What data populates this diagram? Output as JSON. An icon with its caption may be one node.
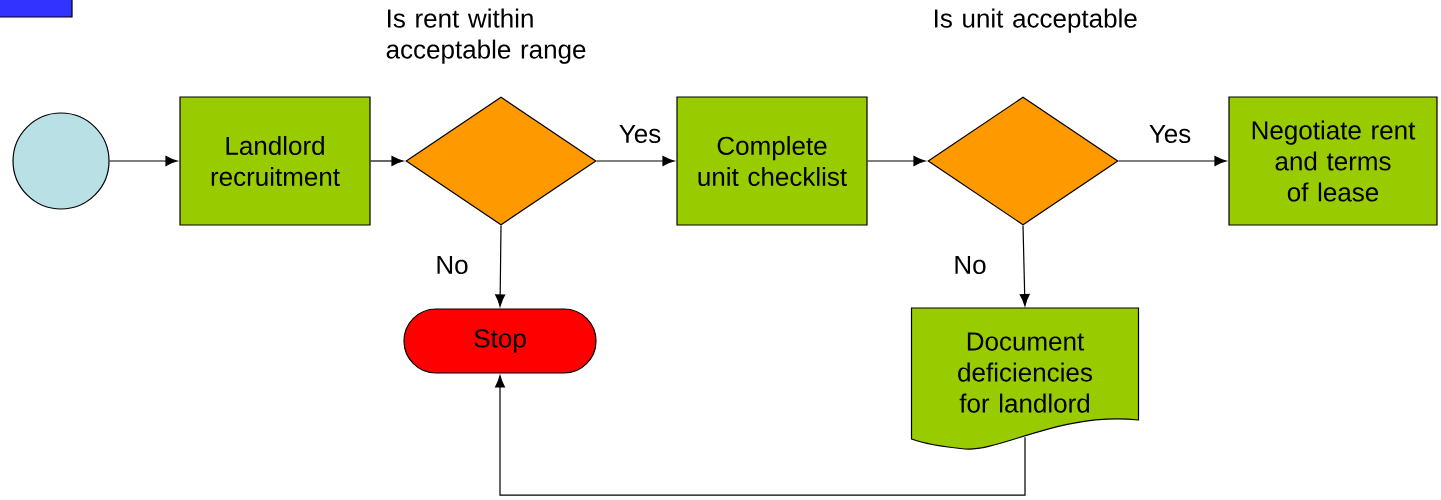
{
  "diagram": {
    "nodes": [
      {
        "text": [],
        "shape": "circle"
      },
      {
        "text": [
          "Landlord recruitment"
        ]
      },
      {
        "text": [],
        "shape": "diamond",
        "beside": [
          "Is rent within acceptable range"
        ]
      },
      {
        "text": [
          "Complete unit checklist"
        ]
      },
      {
        "text": [],
        "shape": "diamond",
        "beside": [
          "Is unit acceptable"
        ]
      },
      {
        "text": [
          "Negotiate rent and terms of lease"
        ]
      },
      {
        "text": [
          "Stop"
        ]
      },
      {
        "text": [
          "Document deficiencies for landlord"
        ]
      }
    ],
    "edges": [
      {
        "from": 0,
        "to": 1,
        "arrow": "to"
      },
      {
        "from": 1,
        "to": 2,
        "arrow": "to"
      },
      {
        "from": 2,
        "to": 3,
        "arrow": "to",
        "label": "Yes"
      },
      {
        "from": 3,
        "to": 4,
        "arrow": "to"
      },
      {
        "from": 4,
        "to": 5,
        "arrow": "to",
        "label": "Yes"
      },
      {
        "from": 2,
        "to": 6,
        "arrow": "to",
        "label": "No"
      },
      {
        "from": 4,
        "to": 7,
        "arrow": "to",
        "label": "No"
      },
      {
        "from": 7,
        "to": 6,
        "arrow": "to"
      }
    ]
  }
}
